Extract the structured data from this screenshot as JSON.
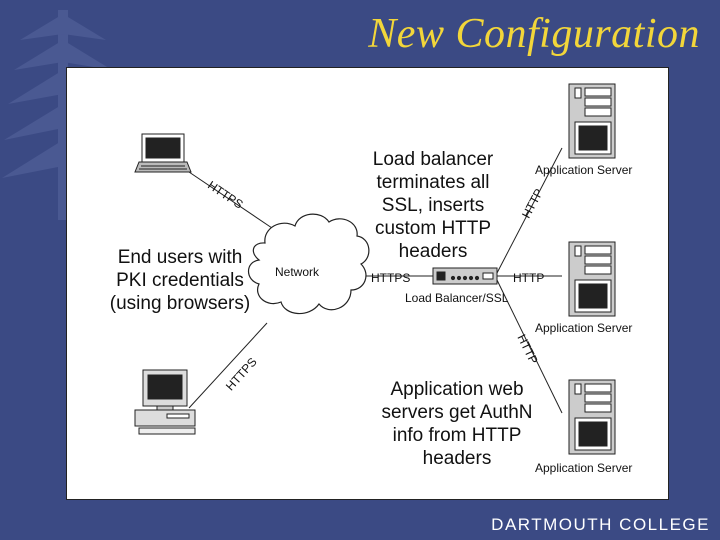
{
  "slide": {
    "title": "New Configuration",
    "footer": "DARTMOUTH COLLEGE"
  },
  "diagram": {
    "end_users_label": [
      "End users with",
      "PKI credentials",
      "(using browsers)"
    ],
    "network_label": "Network",
    "load_balancer_label": "Load Balancer/SSL",
    "load_balancer_note": [
      "Load balancer",
      "terminates all",
      "SSL, inserts",
      "custom HTTP",
      "headers"
    ],
    "app_servers_note": [
      "Application web",
      "servers get AuthN",
      "info from HTTP",
      "headers"
    ],
    "app_server_labels": [
      "Application Server",
      "Application Server",
      "Application Server"
    ],
    "links": {
      "laptop_to_network": "HTTPS",
      "desktop_to_network": "HTTPS",
      "network_to_lb": "HTTPS",
      "lb_to_server1": "HTTP",
      "lb_to_server2": "HTTP",
      "lb_to_server3": "HTTP"
    }
  },
  "colors": {
    "background": "#3b4a84",
    "title": "#f2d63a",
    "footer": "#ffffff"
  }
}
